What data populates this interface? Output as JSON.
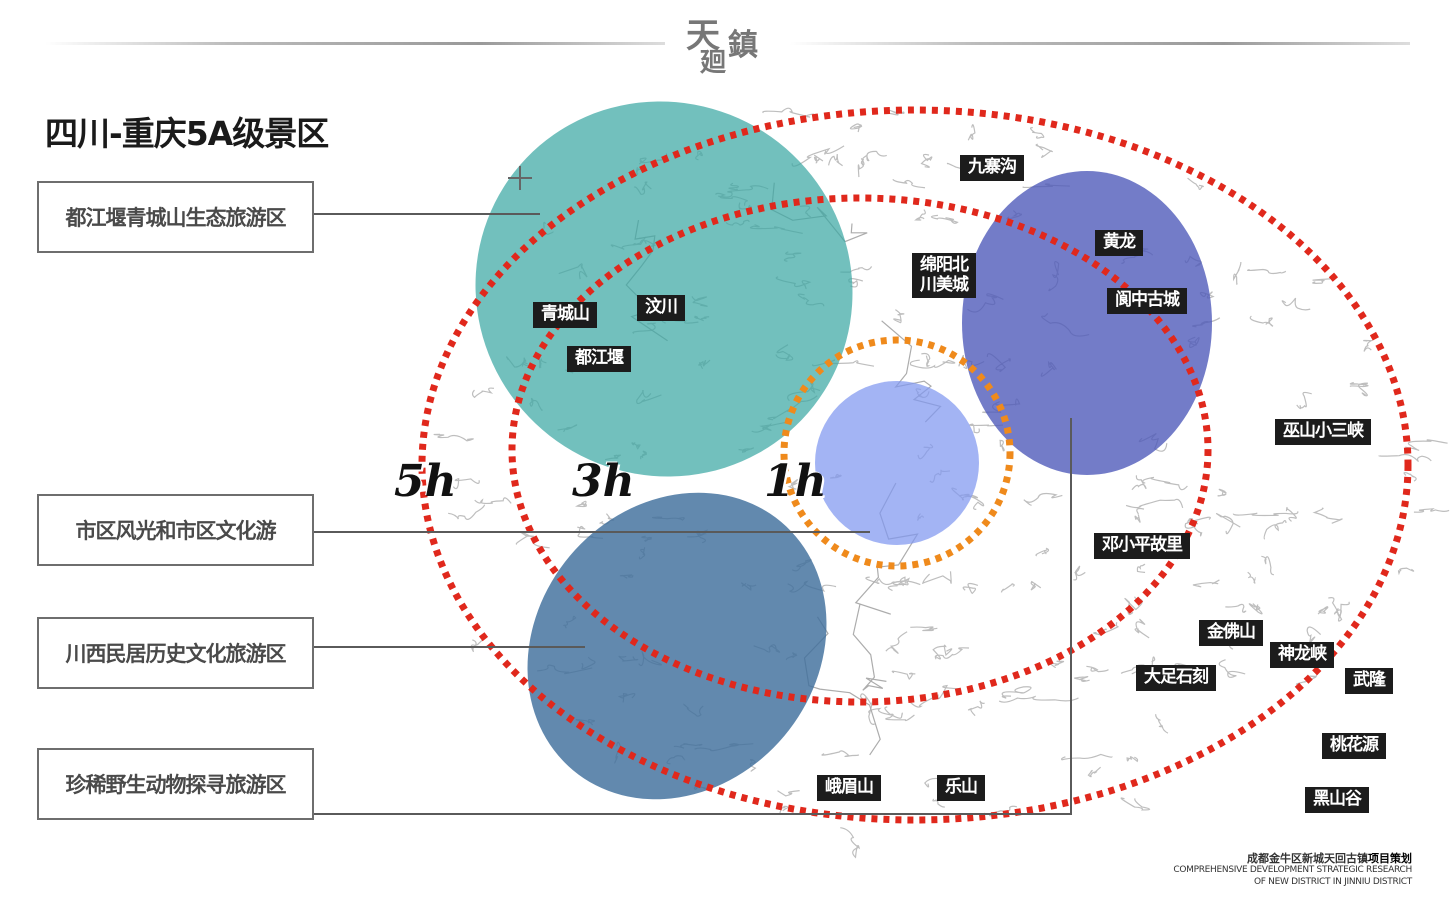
{
  "logo": {
    "chars": [
      "天",
      "鎮",
      "廻"
    ]
  },
  "title": "四川-重庆5A级景区",
  "zones": [
    {
      "label": "都江堰青城山生态旅游区"
    },
    {
      "label": "市区风光和市区文化游"
    },
    {
      "label": "川西民居历史文化旅游区"
    },
    {
      "label": "珍稀野生动物探寻旅游区"
    }
  ],
  "rings": [
    "5h",
    "3h",
    "1h"
  ],
  "places": {
    "jiuzhaigou": "九寨沟",
    "huanglong": "黄龙",
    "mianyang_line1": "绵阳北",
    "mianyang_line2": "川美城",
    "langzhong": "阆中古城",
    "qingchengshan": "青城山",
    "wenchuan": "汶川",
    "dujiangyan": "都江堰",
    "wushan": "巫山小三峡",
    "dengxiaoping": "邓小平故里",
    "jinfoshan": "金佛山",
    "shenlongxia": "神龙峡",
    "dazu": "大足石刻",
    "wulong": "武隆",
    "taohuayuan": "桃花源",
    "emeishan": "峨眉山",
    "leshan": "乐山",
    "heishangu": "黑山谷"
  },
  "footer": {
    "line1_a": "成都金牛区新城天回古镇",
    "line1_b": "项目策划",
    "line2": "COMPREHENSIVE DEVELOPMENT STRATEGIC RESEARCH",
    "line3": "OF NEW DISTRICT IN JINNIU DISTRICT"
  },
  "colors": {
    "ring_red": "#e0281c",
    "ring_orange": "#ef8a1c",
    "teal": "#3ba7a4",
    "indigo": "#4c57b8",
    "steel_blue": "#3f6f9c",
    "center_blue": "#7f97f0"
  }
}
